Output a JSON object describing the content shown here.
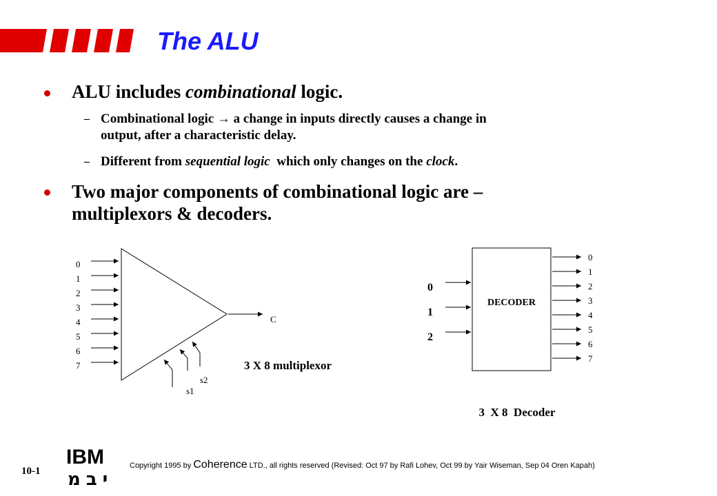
{
  "slide": {
    "title": "The ALU",
    "bullets": [
      {
        "pre": "ALU includes ",
        "em": "combinational",
        "post": " logic.",
        "subs": [
          {
            "pre": "Combinational logic ",
            "arrow": "→",
            "post_line1": " a change in inputs directly causes a change in",
            "post_line2": "output, after a characteristic delay."
          },
          {
            "pre": "Different from ",
            "em1": "sequential logic",
            "mid": "  which only changes on the ",
            "em2": "clock",
            "post": "."
          }
        ]
      },
      {
        "line1": "Two major components of combinational logic are –",
        "line2": "multiplexors & decoders."
      }
    ]
  },
  "mux": {
    "inputs": [
      "0",
      "1",
      "2",
      "3",
      "4",
      "5",
      "6",
      "7"
    ],
    "output": "C",
    "selects": [
      "s1",
      "s2"
    ],
    "caption": "3 X 8 multiplexor"
  },
  "decoder": {
    "label": "DECODER",
    "inputs": [
      "0",
      "1",
      "2"
    ],
    "outputs": [
      "0",
      "1",
      "2",
      "3",
      "4",
      "5",
      "6",
      "7"
    ],
    "caption": "3  X 8  Decoder"
  },
  "footer": {
    "slide_number": "10-1",
    "ibm": "IBM",
    "hebrew": "יבמ",
    "copyright_pre": "Copyright 1995 by ",
    "copyright_brand": "Coherence",
    "copyright_post": " LTD., all rights reserved  (Revised: Oct 97 by Rafi Lohev, Oct 99 by Yair Wiseman, Sep 04 Oren Kapah)"
  },
  "colors": {
    "title": "#1a1aff",
    "bullet": "#d40000",
    "logo_bars": "#e00000"
  }
}
